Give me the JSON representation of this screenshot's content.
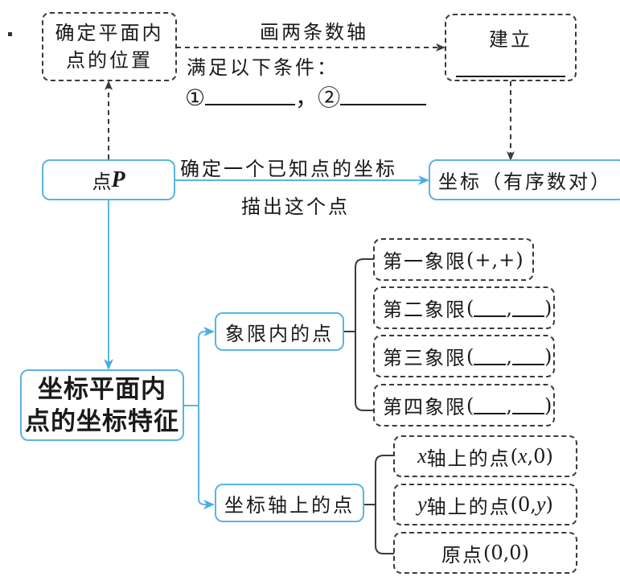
{
  "nodes": {
    "determine_position": {
      "line1": "确定平面内",
      "line2": "点的位置"
    },
    "establish": {
      "label": "建立"
    },
    "point_p": {
      "prefix": "点",
      "var": "P"
    },
    "coordinate": {
      "label": "坐标（有序数对）"
    },
    "feature": {
      "line1": "坐标平面内",
      "line2": "点的坐标特征"
    },
    "quadrant_points": {
      "label": "象限内的点"
    },
    "axis_points": {
      "label": "坐标轴上的点"
    }
  },
  "edges": {
    "draw_axes": {
      "label": "画两条数轴"
    },
    "conditions": {
      "label": "满足以下条件：",
      "item1": "①",
      "sep": "，",
      "item2": "②"
    },
    "determine_coord": {
      "label": "确定一个已知点的坐标"
    },
    "plot_point": {
      "label": "描出这个点"
    }
  },
  "quadrants": [
    {
      "name": "第一象限",
      "sign": "(+,+)",
      "blank": false
    },
    {
      "name": "第二象限",
      "open": "(",
      "comma": ",",
      "close": ")",
      "blank": true
    },
    {
      "name": "第三象限",
      "open": "(",
      "comma": ",",
      "close": ")",
      "blank": true
    },
    {
      "name": "第四象限",
      "open": "(",
      "comma": ",",
      "close": ")",
      "blank": true
    }
  ],
  "axes": [
    {
      "var": "x",
      "text": "轴上的点",
      "coord_open": "(",
      "coord_var": "x",
      "coord_rest": ",0)"
    },
    {
      "var": "y",
      "text": "轴上的点",
      "coord_open": "(0,",
      "coord_var": "y",
      "coord_rest": ")"
    },
    {
      "text": "原点",
      "coord": "(0,0)"
    }
  ],
  "colors": {
    "blue": "#5bb4e0",
    "dark": "#3a3a3a"
  }
}
